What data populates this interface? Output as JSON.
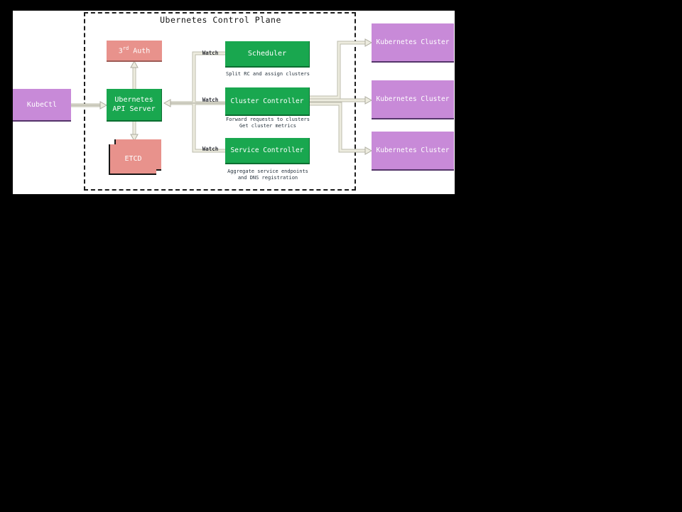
{
  "title": "Ubernetes Control Plane",
  "colors": {
    "page_background": "#000000",
    "diagram_background": "#ffffff",
    "green_node": "#19a74f",
    "purple_node": "#c88ad8",
    "salmon_node": "#e8928c",
    "connector": "#edecdf",
    "caption_text": "#27333e"
  },
  "nodes": {
    "kubectl": {
      "label": "KubeCtl"
    },
    "third_auth": {
      "base": "3",
      "superscript": "rd",
      "rest": " Auth"
    },
    "api_server": {
      "line1": "Ubernetes",
      "line2": "API Server"
    },
    "etcd": {
      "label": "ETCD"
    },
    "scheduler": {
      "label": "Scheduler",
      "caption": "Split RC and assign clusters"
    },
    "cluster_controller": {
      "label": "Cluster Controller",
      "caption_line1": "Forward requests to clusters",
      "caption_line2": "Get cluster metrics"
    },
    "service_controller": {
      "label": "Service Controller",
      "caption_line1": "Aggregate service endpoints",
      "caption_line2": "and DNS registration"
    },
    "clusters": [
      {
        "label": "Kubernetes Cluster"
      },
      {
        "label": "Kubernetes Cluster"
      },
      {
        "label": "Kubernetes Cluster"
      }
    ]
  },
  "edge_labels": {
    "watch": [
      "Watch",
      "Watch",
      "Watch"
    ]
  }
}
